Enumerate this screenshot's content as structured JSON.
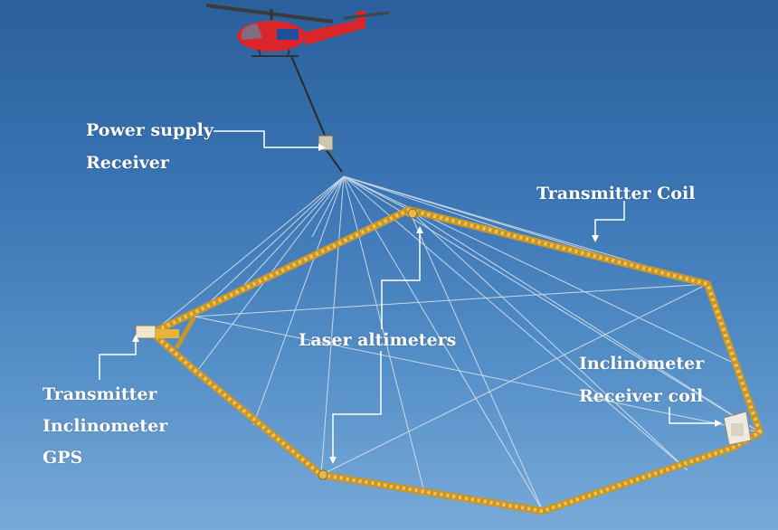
{
  "colors": {
    "sky_top": "#2a5f9c",
    "sky_bottom": "#78aad8",
    "frame": "#e6b33c",
    "helicopter": "#d8262b",
    "cable": "#dfe6ee",
    "label_text": "#ffffff",
    "arrow": "#ffffff"
  },
  "labels": {
    "power_supply": "Power supply",
    "receiver": "Receiver",
    "transmitter_coil": "Transmitter Coil",
    "laser_altimeters": "Laser altimeters",
    "transmitter": "Transmitter",
    "inclinometer_left": "Inclinometer",
    "gps": "GPS",
    "inclinometer_right": "Inclinometer",
    "receiver_coil": "Receiver coil"
  }
}
